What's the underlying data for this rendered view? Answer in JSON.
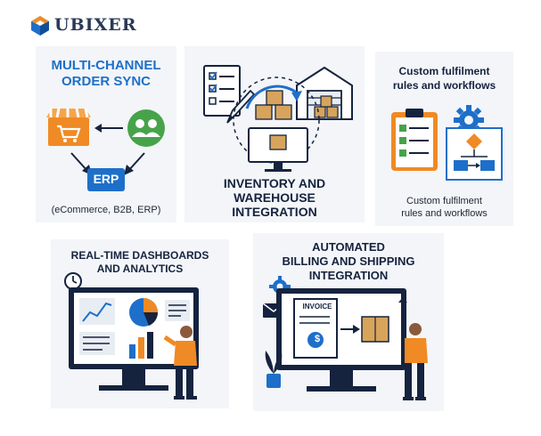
{
  "brand": {
    "name": "UBIXER"
  },
  "panels": {
    "multichannel": {
      "title_line1": "MULTI-CHANNEL",
      "title_line2": "ORDER SYNC",
      "erp_label": "ERP",
      "caption": "(eCommerce, B2B, ERP)"
    },
    "inventory": {
      "title_line1": "INVENTORY AND",
      "title_line2": "WAREHOUSE",
      "title_line3": "INTEGRATION"
    },
    "fulfilment": {
      "title_line1": "Custom fulfilment",
      "title_line2": "rules and workflows",
      "caption_line1": "Custom fulfilment",
      "caption_line2": "rules and workflows"
    },
    "dashboards": {
      "title_line1": "REAL-TIME DASHBOARDS",
      "title_line2": "AND ANALYTICS"
    },
    "billing": {
      "title_line1": "AUTOMATED",
      "title_line2": "BILLING AND SHIPPING",
      "title_line3": "INTEGRATION",
      "invoice_label": "INVOICE",
      "currency_symbol": "$"
    }
  },
  "colors": {
    "blue": "#1e6fc9",
    "orange": "#f08a24",
    "green": "#47a34a",
    "navy": "#15233f",
    "box_brown": "#d8a45b"
  }
}
